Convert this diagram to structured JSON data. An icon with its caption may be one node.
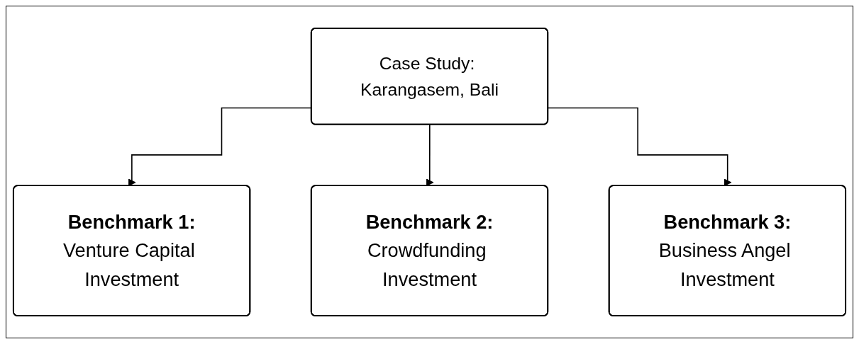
{
  "diagram": {
    "nodes": [
      {
        "text": [
          "Case Study: Karangasem, Bali"
        ]
      },
      {
        "text": [
          "Benchmark 1:",
          "Venture Capital Investment"
        ]
      },
      {
        "text": [
          "Benchmark 2:",
          "Crowdfunding Investment"
        ]
      },
      {
        "text": [
          "Benchmark 3:",
          "Business Angel Investment"
        ]
      }
    ],
    "edges": [
      {
        "from": 0,
        "to": 1,
        "arrow": "to"
      },
      {
        "from": 0,
        "to": 2,
        "arrow": "to"
      },
      {
        "from": 0,
        "to": 3,
        "arrow": "to"
      }
    ]
  }
}
